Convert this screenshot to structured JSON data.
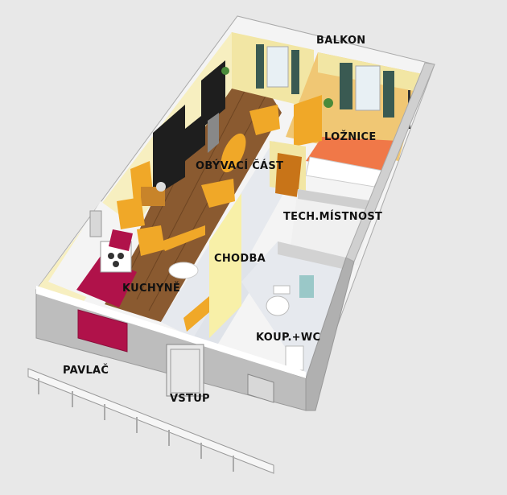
{
  "labels": {
    "balkon": "BALKON",
    "loznice": "LOŽNICE",
    "obyvaci_cast": "OBÝVACÍ ČÁST",
    "tech_mistnost": "TECH.MÍSTNOST",
    "chodba": "CHODBA",
    "kuchyne": "KUCHYNĚ",
    "koupelna_wc": "KOUP.+WC",
    "pavlac": "PAVLAČ",
    "vstup": "VSTUP"
  },
  "colors": {
    "background": "#e8e8e8",
    "wall_top": "#f4f4f4",
    "wall_face": "#bdbdbd",
    "wall_cream": "#f2e6a4",
    "wood_floor": "#8a5a30",
    "tile_floor": "#e6e9ee",
    "bedroom_floor": "#f0c774",
    "bed": "#f07848",
    "furniture_orange": "#f0a828",
    "furniture_black": "#1e1e1e",
    "kitchen_red": "#b0124a",
    "window_green": "#3a5a52"
  }
}
